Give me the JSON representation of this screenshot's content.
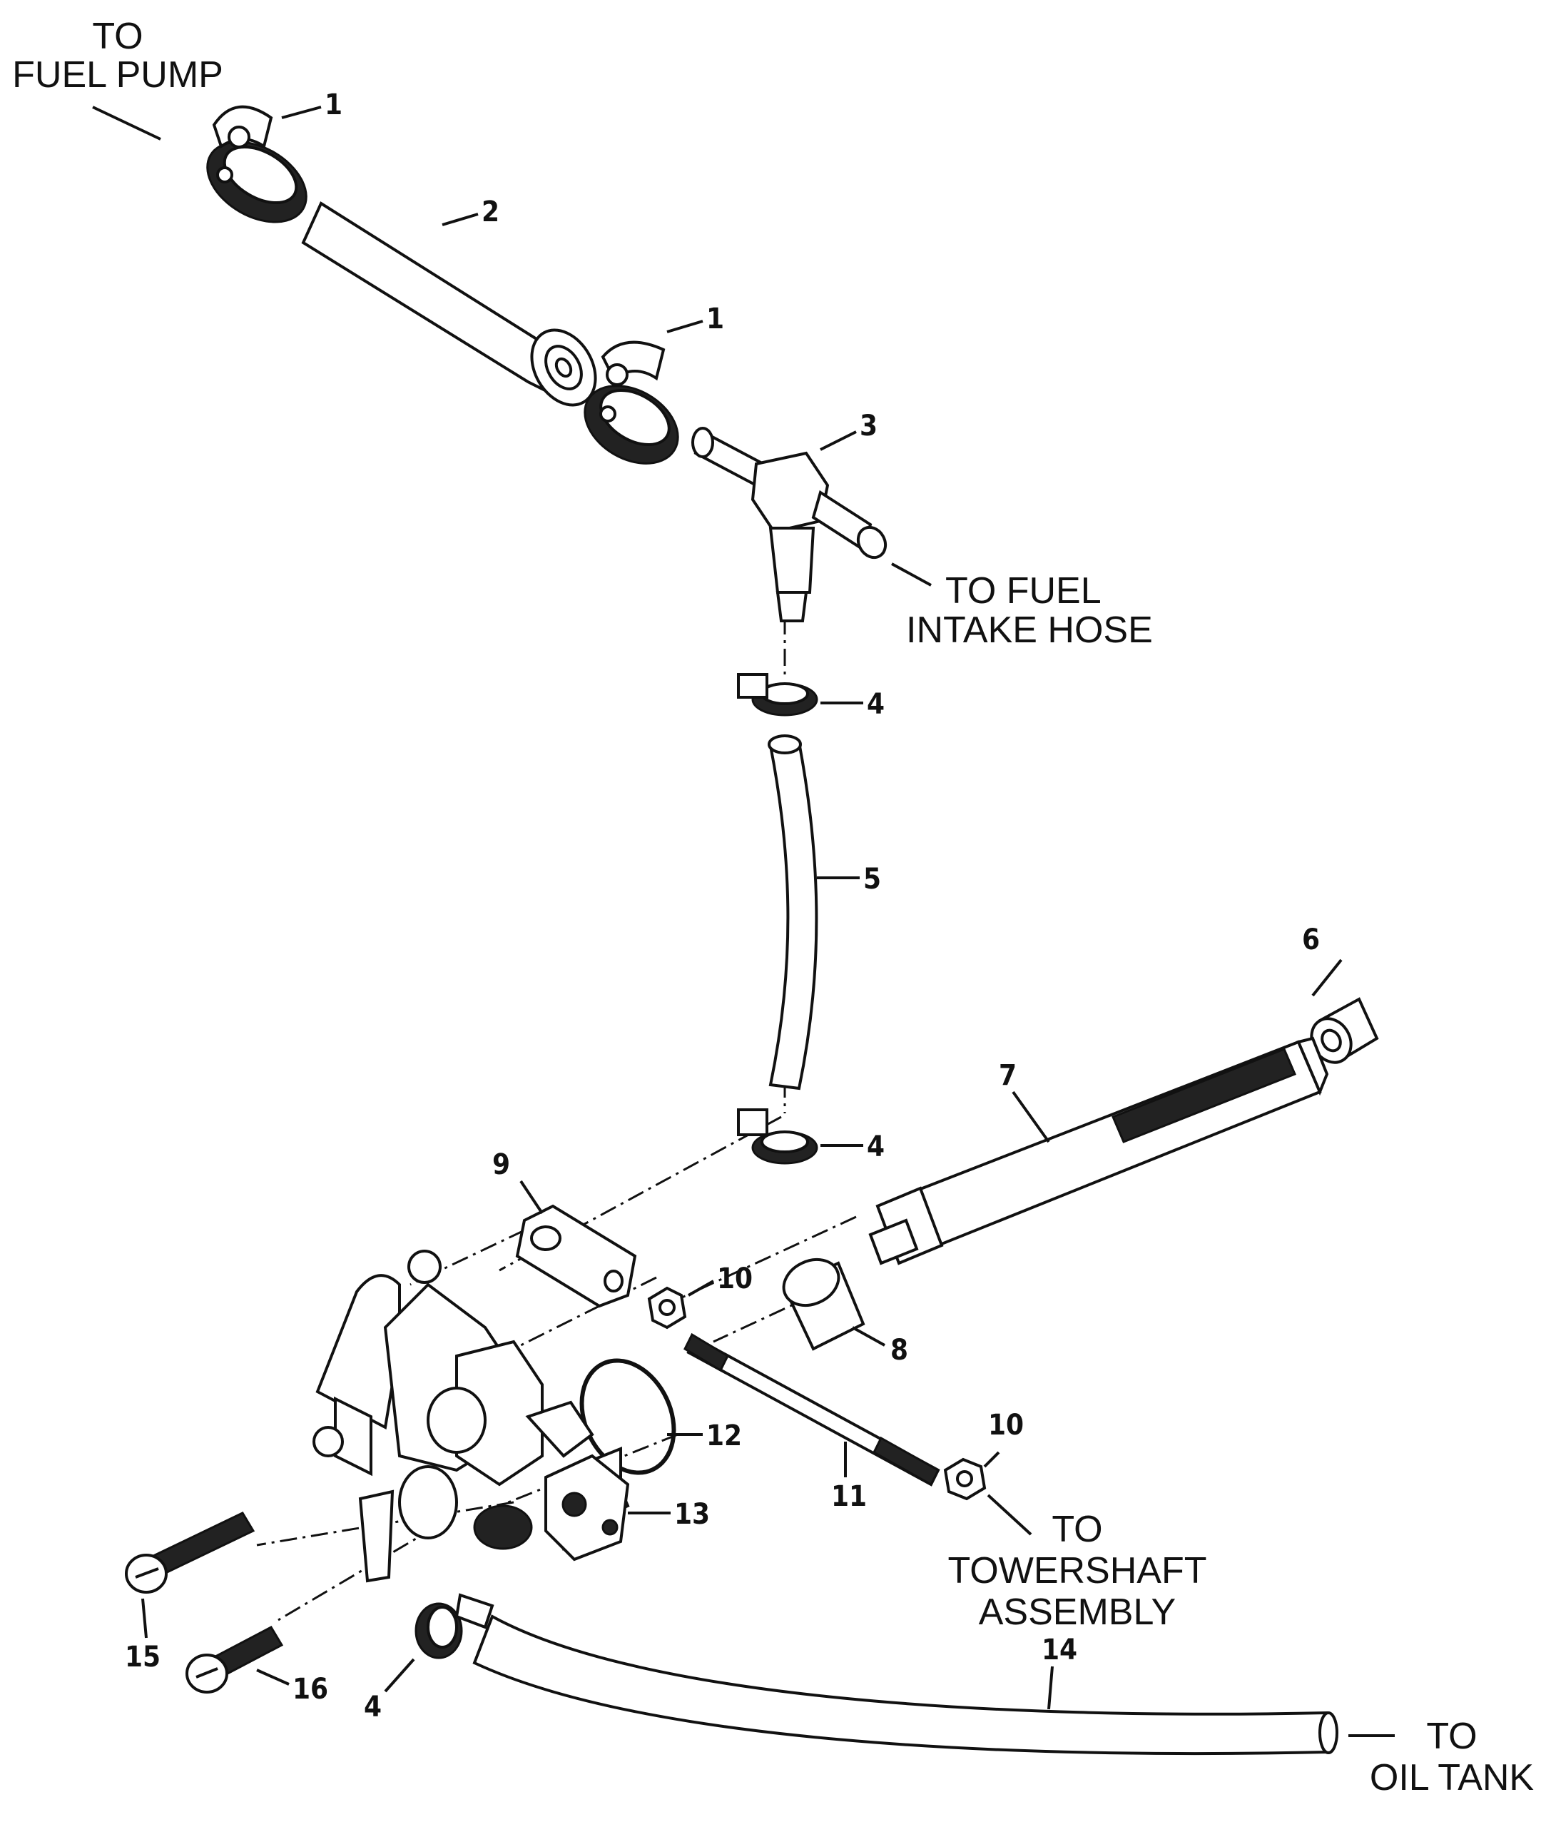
{
  "notes": {
    "fuel_pump": [
      "TO",
      "FUEL PUMP"
    ],
    "fuel_intake": [
      "TO FUEL",
      "INTAKE HOSE"
    ],
    "towershaft": [
      "TO",
      "TOWERSHAFT",
      "ASSEMBLY"
    ],
    "oil_tank": [
      "TO",
      "OIL TANK"
    ]
  },
  "callouts": {
    "c1a": "1",
    "c1b": "1",
    "c2": "2",
    "c3": "3",
    "c4a": "4",
    "c4b": "4",
    "c4c": "4",
    "c5": "5",
    "c6": "6",
    "c7": "7",
    "c8": "8",
    "c9": "9",
    "c10a": "10",
    "c10b": "10",
    "c11": "11",
    "c12": "12",
    "c13": "13",
    "c14": "14",
    "c15": "15",
    "c16": "16"
  }
}
